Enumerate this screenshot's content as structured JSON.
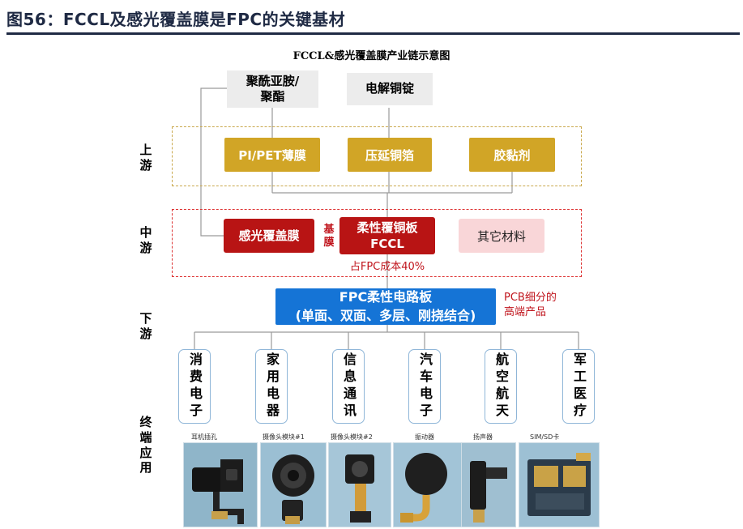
{
  "figure_title": "图56：FCCL及感光覆盖膜是FPC的关键基材",
  "diagram_title": "FCCL&感光覆盖膜产业链示意图",
  "tiers": {
    "upstream": "上\n游",
    "midstream": "中\n游",
    "downstream": "下\n游",
    "terminal": "终\n端\n应\n用"
  },
  "raw_materials": {
    "polyimide": "聚酰亚胺/\n聚酯",
    "copper_ingot": "电解铜锭"
  },
  "upstream_items": [
    "PI/PET薄膜",
    "压延铜箔",
    "胶黏剂"
  ],
  "midstream": {
    "photosensitive_film": "感光覆盖膜",
    "fccl": "柔性覆铜板\nFCCL",
    "other_materials": "其它材料",
    "substrate_film_label": "基\n膜",
    "cost_note": "占FPC成本40%"
  },
  "downstream": {
    "fpc": "FPC柔性电路板\n(单面、双面、多层、刚挠结合)",
    "pcb_note": "PCB细分的\n高端产品"
  },
  "applications": [
    "消费电子",
    "家用电器",
    "信息通讯",
    "汽车电子",
    "航空航天",
    "军工医疗"
  ],
  "photo_captions": [
    "耳机插孔",
    "摄像头模块#1",
    "摄像头模块#2",
    "振动器",
    "扬声器",
    "SIM/SD卡"
  ],
  "colors": {
    "gold": "#d1a526",
    "red": "#b81414",
    "pink": "#f9d6d8",
    "blue": "#1574d6",
    "gray": "#ececec",
    "title_navy": "#1f2a44"
  }
}
